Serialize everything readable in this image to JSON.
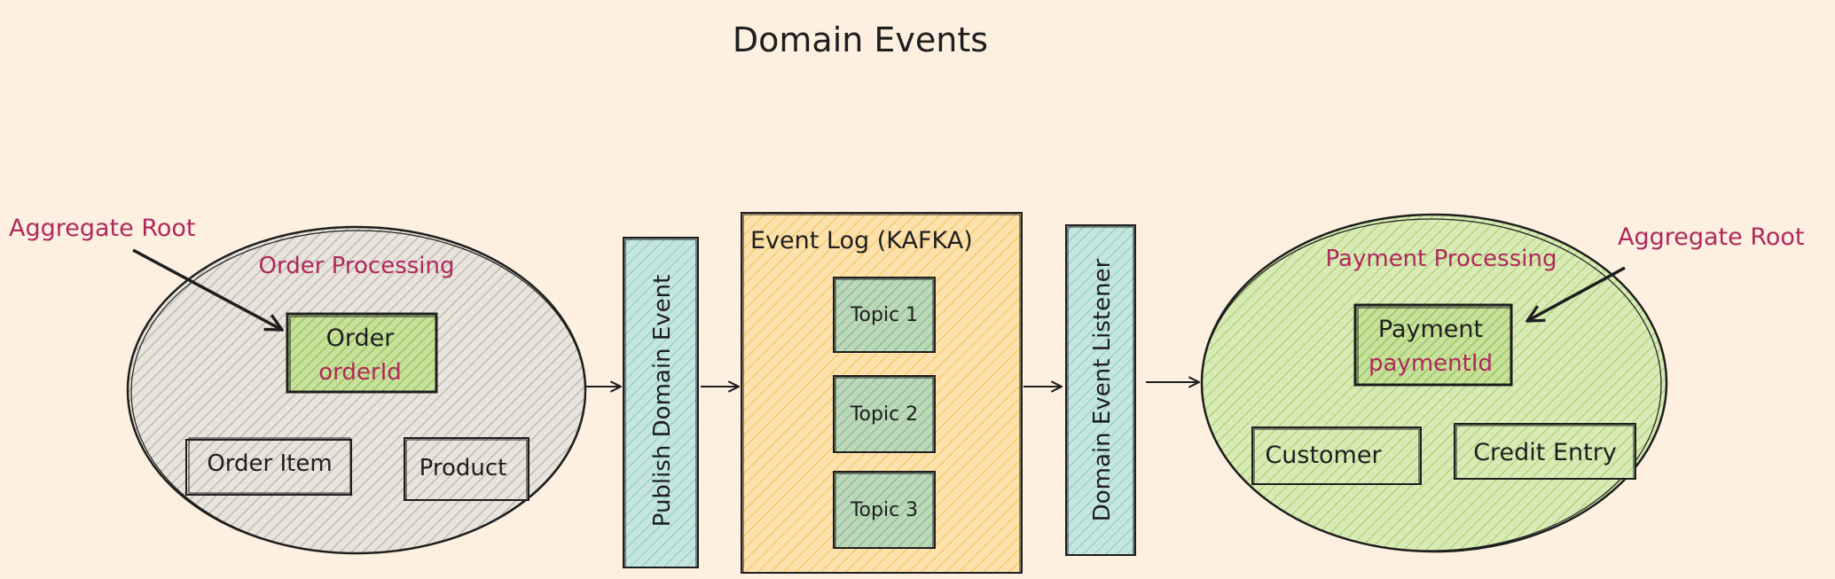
{
  "title": "Domain Events",
  "left_context": {
    "name": "Order Processing",
    "aggregate_root_annotation": "Aggregate Root",
    "aggregate": {
      "name": "Order",
      "id_field": "orderId"
    },
    "entities": [
      "Order Item",
      "Product"
    ]
  },
  "publisher": {
    "label": "Publish Domain Event"
  },
  "event_log": {
    "label": "Event Log (KAFKA)",
    "topics": [
      "Topic 1",
      "Topic 2",
      "Topic 3"
    ]
  },
  "listener": {
    "label": "Domain Event Listener"
  },
  "right_context": {
    "name": "Payment Processing",
    "aggregate_root_annotation": "Aggregate Root",
    "aggregate": {
      "name": "Payment",
      "id_field": "paymentId"
    },
    "entities": [
      "Customer",
      "Credit Entry"
    ]
  },
  "colors": {
    "background": "#fdf0e1",
    "ink": "#1e1e1e",
    "accent_text": "#b0285c",
    "left_context_fill": "#dedbd4",
    "right_context_fill": "#cde4a5",
    "aggregate_fill": "#b6d880",
    "bar_fill": "#a8dad3",
    "log_fill": "#fad48c",
    "topic_fill": "#aecfae"
  },
  "icons": [
    "arrow-right-icon",
    "annotation-arrow-icon"
  ]
}
